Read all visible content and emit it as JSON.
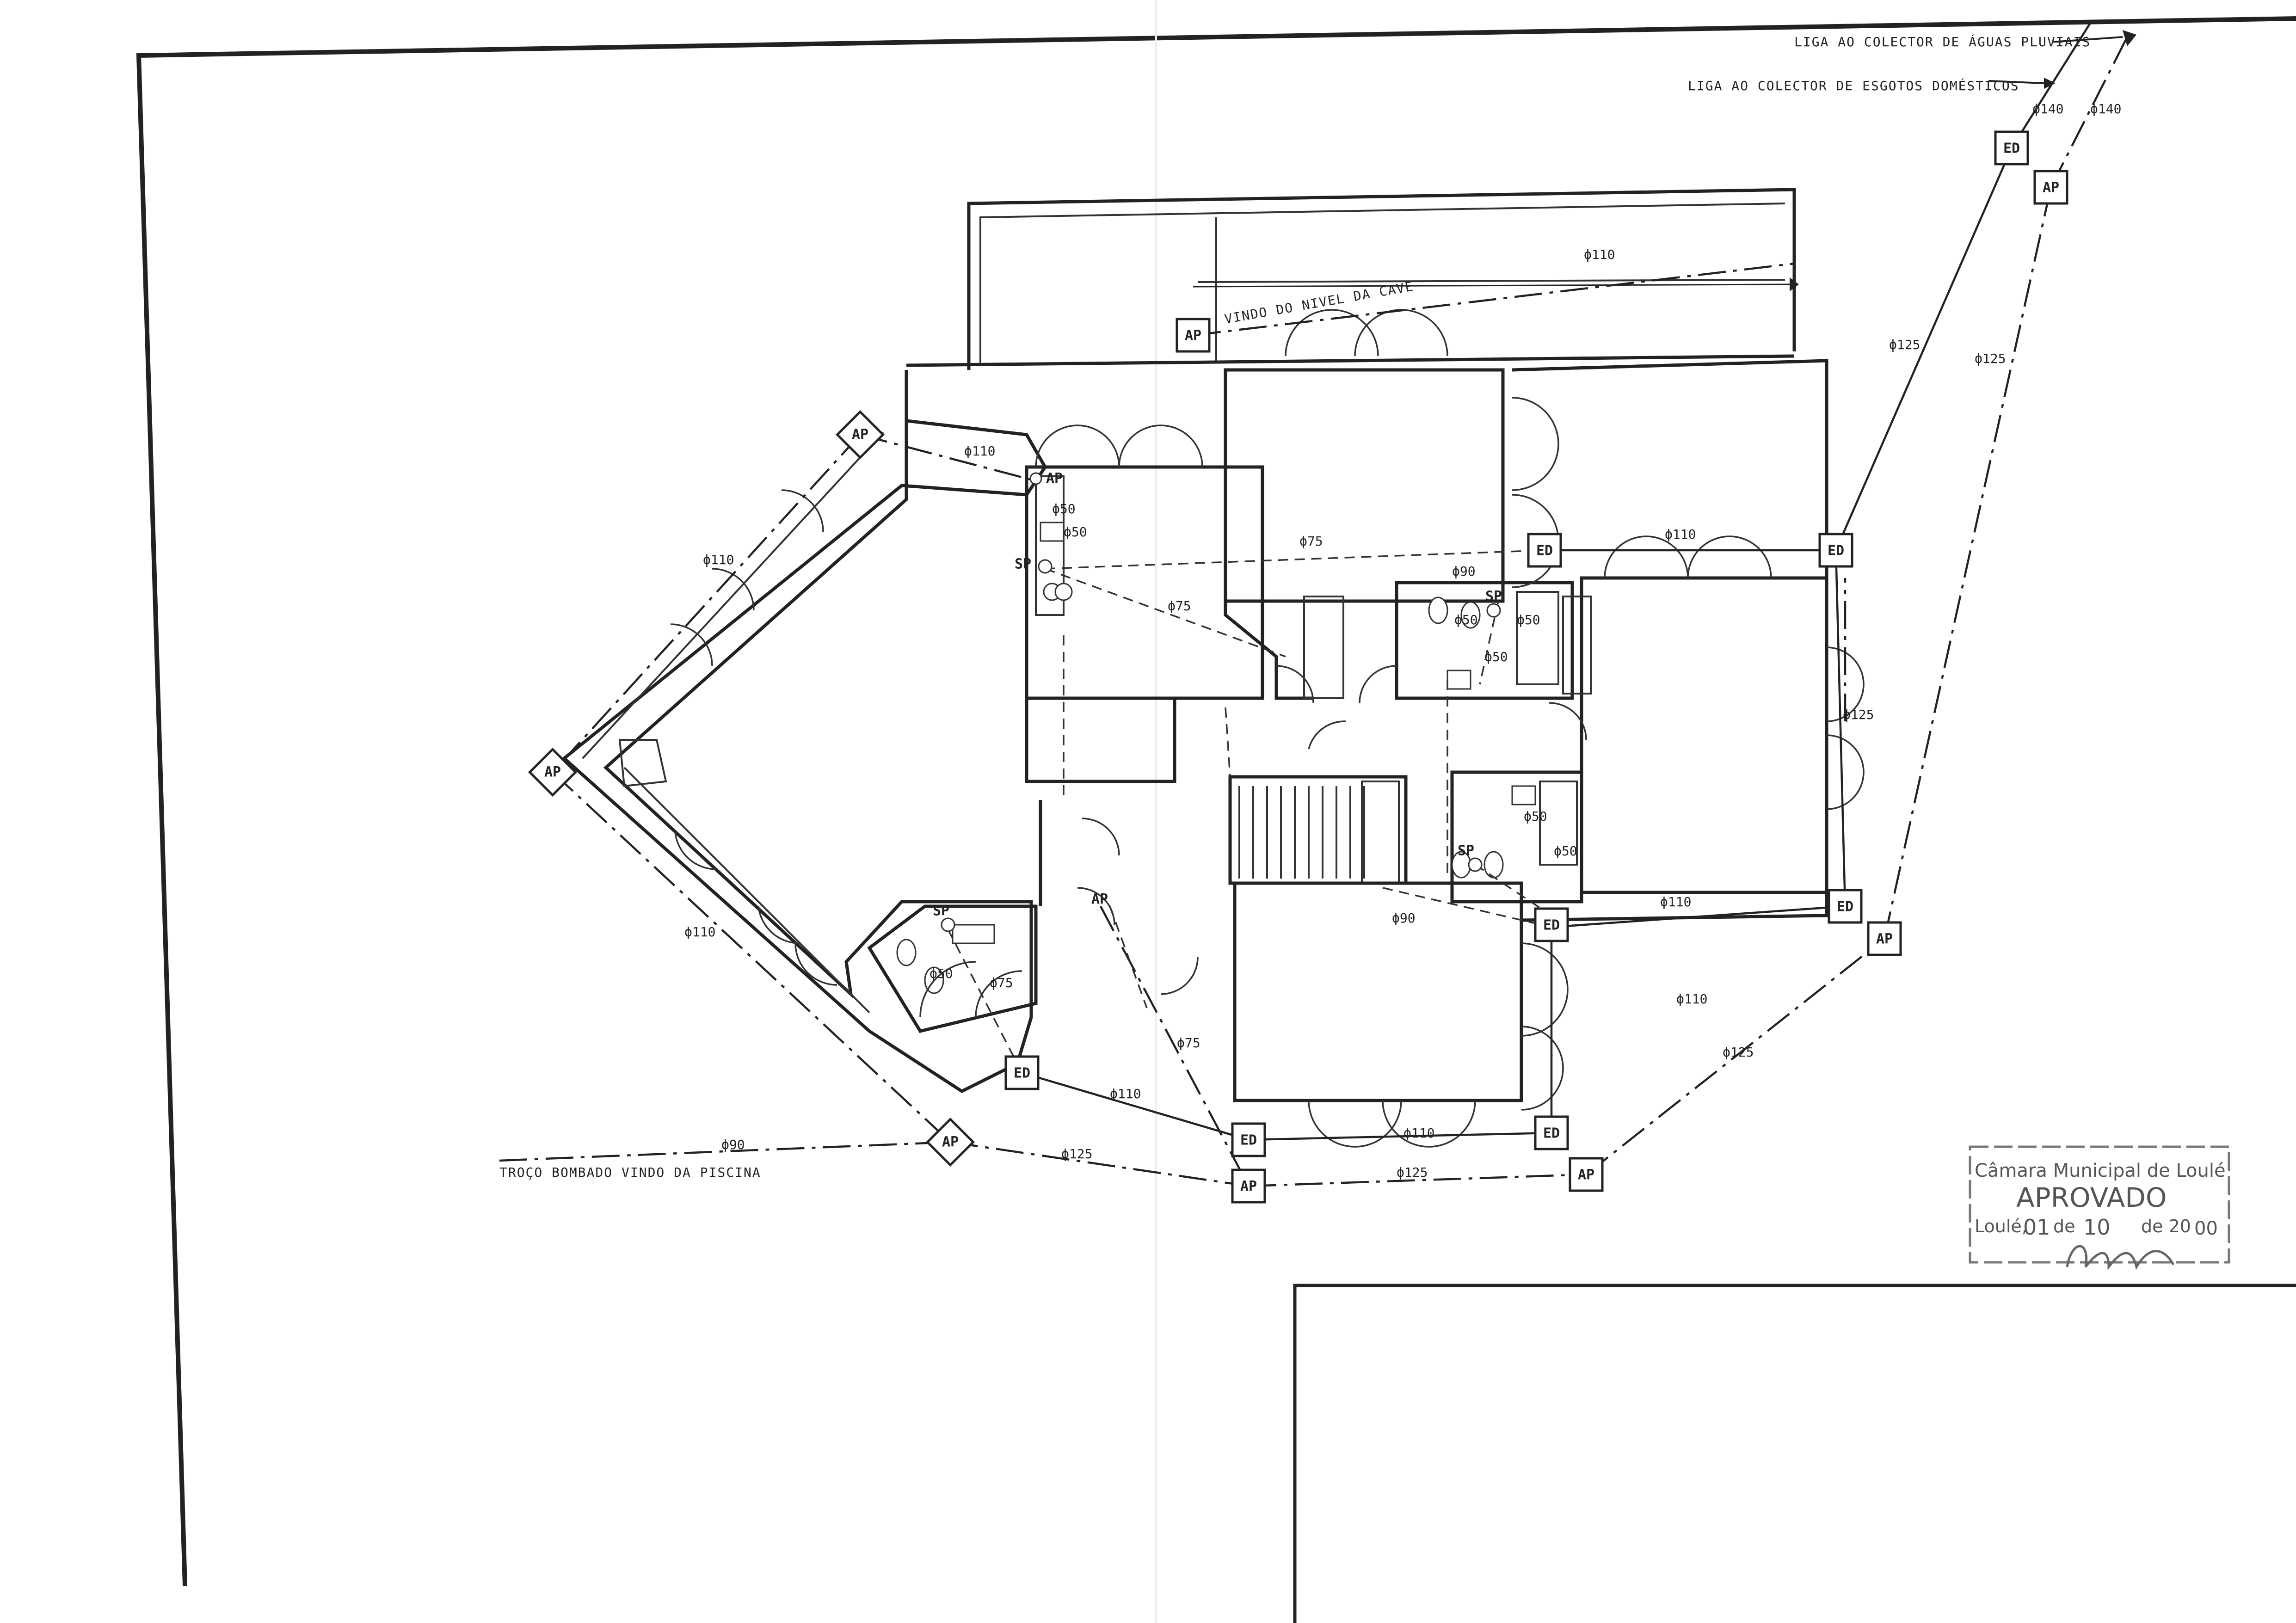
{
  "annotations": {
    "rain_outlet": "LIGA AO COLECTOR DE ÁGUAS PLUVIAIS",
    "sewer_outlet": "LIGA AO COLECTOR DE ESGOTOS DOMÉSTICOS",
    "from_cave": "VINDO DO NIVEL DA CAVE",
    "pool_pumped": "TROÇO BOMBADO VINDO DA PISCINA"
  },
  "node_types": {
    "ap": "AP",
    "ed": "ED",
    "sp": "SP"
  },
  "pipe_labels": {
    "d140_sewer": "ϕ140",
    "d140_rain": "ϕ140",
    "d125_ne_a": "ϕ125",
    "d125_ne_b": "ϕ125",
    "d110_cave": "ϕ110",
    "d110_top": "ϕ110",
    "d110_nw": "ϕ110",
    "d110_sw": "ϕ110",
    "d110_mid": "ϕ110",
    "d110_se": "ϕ110",
    "d110_ed": "ϕ110",
    "d110_bottom": "ϕ110",
    "d75_upper": "ϕ75",
    "d75_kitchen": "ϕ75",
    "d75_wc": "ϕ75",
    "d75_lower": "ϕ75",
    "d90_upper": "ϕ90",
    "d90_mid": "ϕ90",
    "d90_pool": "ϕ90",
    "d50_a": "ϕ50",
    "d50_b": "ϕ50",
    "d50_c": "ϕ50",
    "d50_d": "ϕ50",
    "d50_e": "ϕ50",
    "d50_f": "ϕ50",
    "d50_g": "ϕ50",
    "d50_h": "ϕ50",
    "d125_east": "ϕ125",
    "d125_se": "ϕ125",
    "d125_bottom": "ϕ125",
    "d125_sw": "ϕ125"
  },
  "stamp": {
    "authority": "Câmara Municipal de Loulé",
    "status": "APROVADO",
    "date_prefix": "Loulé,",
    "day": "01",
    "de1": "de",
    "month": "10",
    "de2": "de 20",
    "year_suffix": "00"
  }
}
